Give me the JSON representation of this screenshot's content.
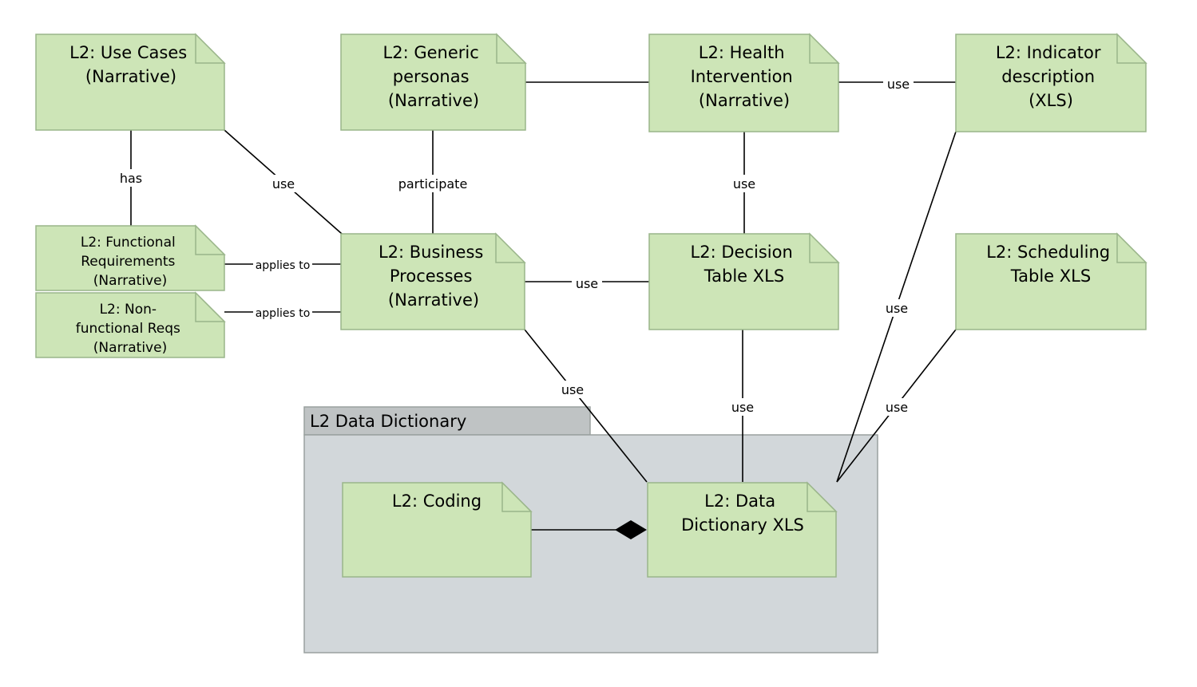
{
  "package": {
    "title": "L2 Data Dictionary"
  },
  "notes": {
    "use_cases": {
      "lines": [
        "L2: Use Cases",
        "(Narrative)"
      ]
    },
    "generic_personas": {
      "lines": [
        "L2: Generic",
        "personas",
        "(Narrative)"
      ]
    },
    "health_intervention": {
      "lines": [
        "L2: Health",
        "Intervention",
        "(Narrative)"
      ]
    },
    "indicator_description": {
      "lines": [
        "L2: Indicator",
        "description",
        "(XLS)"
      ]
    },
    "functional_requirements": {
      "lines": [
        "L2: Functional",
        "Requirements",
        "(Narrative)"
      ]
    },
    "nonfunctional_reqs": {
      "lines": [
        "L2: Non-",
        "functional Reqs",
        "(Narrative)"
      ]
    },
    "business_processes": {
      "lines": [
        "L2: Business",
        "Processes",
        "(Narrative)"
      ]
    },
    "decision_table": {
      "lines": [
        "L2: Decision",
        "Table XLS"
      ]
    },
    "scheduling_table": {
      "lines": [
        "L2: Scheduling",
        "Table XLS"
      ]
    },
    "coding": {
      "lines": [
        "L2: Coding"
      ]
    },
    "data_dictionary": {
      "lines": [
        "L2: Data",
        "Dictionary XLS"
      ]
    }
  },
  "relations": {
    "has": "has",
    "use": "use",
    "participate": "participate",
    "applies_to": "applies to"
  }
}
